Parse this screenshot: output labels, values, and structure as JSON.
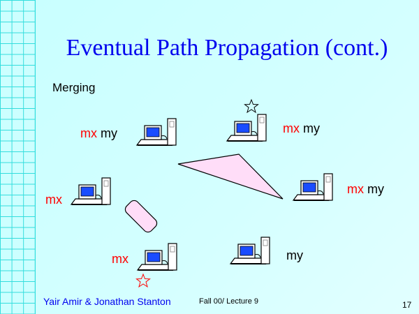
{
  "slide": {
    "title": "Eventual Path Propagation (cont.)",
    "subtitle": "Merging",
    "nodes": [
      {
        "mx": "mx",
        "my": "my"
      },
      {
        "mx": "mx",
        "my": "my"
      },
      {
        "mx": "mx"
      },
      {
        "mx": "mx",
        "my": "my"
      },
      {
        "mx": "mx"
      },
      {
        "my": "my"
      }
    ],
    "footer": {
      "authors": "Yair Amir & Jonathan Stanton",
      "course": "Fall 00/ Lecture 9",
      "page_number": "17"
    }
  },
  "colors": {
    "title": "#0000ee",
    "mx": "#ff0000",
    "shape_fill": "#ffddf8",
    "grid": "#33dddd"
  }
}
